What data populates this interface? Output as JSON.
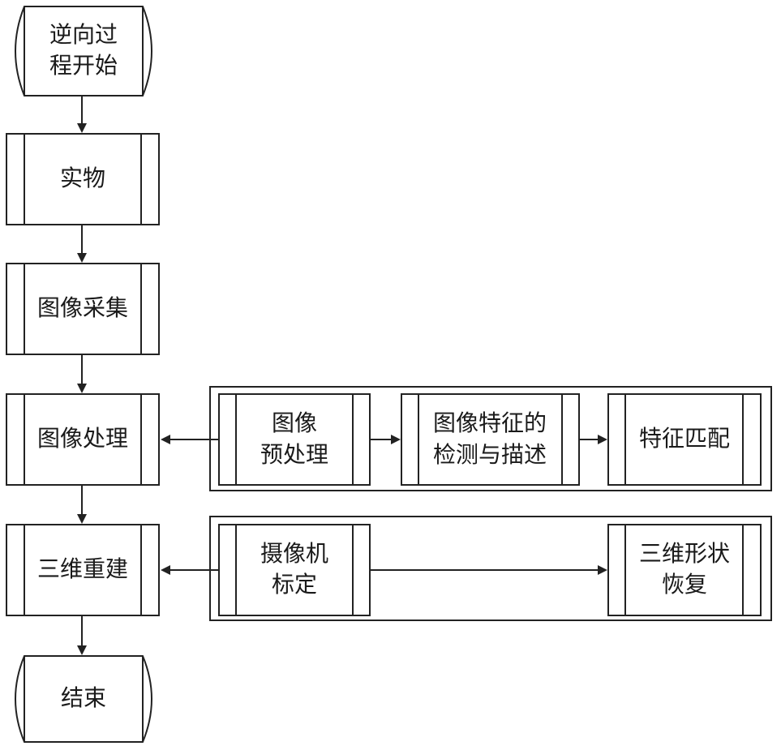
{
  "flowchart": {
    "start": [
      "逆向过",
      "程开始"
    ],
    "object": "实物",
    "acquisition": "图像采集",
    "processing": "图像处理",
    "reconstruction": "三维重建",
    "end": "结束"
  },
  "processing_group": {
    "preprocess": [
      "图像",
      "预处理"
    ],
    "feature_detect": [
      "图像特征的",
      "检测与描述"
    ],
    "feature_match": "特征匹配"
  },
  "reconstruction_group": {
    "calibration": [
      "摄像机",
      "标定"
    ],
    "shape_recovery": [
      "三维形状",
      "恢复"
    ]
  },
  "colors": {
    "line": "#222222",
    "text": "#1a1a1a",
    "background": "#ffffff"
  }
}
